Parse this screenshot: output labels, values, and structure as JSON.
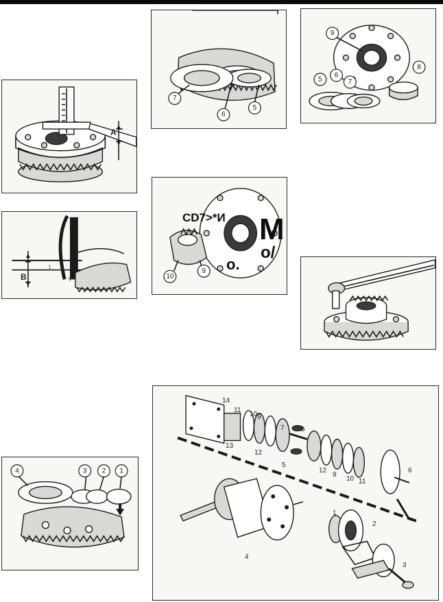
{
  "figures": {
    "depth_gauge_top": {
      "dimension_label": "A"
    },
    "depth_gauge_side": {
      "dimension_label": "B"
    },
    "washers_center": {
      "callouts": [
        "7",
        "6",
        "5"
      ]
    },
    "housing_parts": {
      "callouts": [
        "9",
        "5",
        "6",
        "7",
        "8"
      ]
    },
    "housing_side": {
      "callouts": [
        "10",
        "9"
      ],
      "ocr_text": [
        "CD7>*И",
        "M",
        "o/",
        "o."
      ]
    },
    "gear_washers": {
      "callouts": [
        "4",
        "3",
        "2",
        "1"
      ]
    },
    "exploded_view": {
      "callouts_upper": [
        "14",
        "11",
        "10",
        "9",
        "13",
        "12",
        "7",
        "6",
        "5",
        "12",
        "9",
        "10",
        "11",
        "6"
      ],
      "callouts_lower": [
        "4",
        "1",
        "2",
        "3"
      ]
    }
  }
}
